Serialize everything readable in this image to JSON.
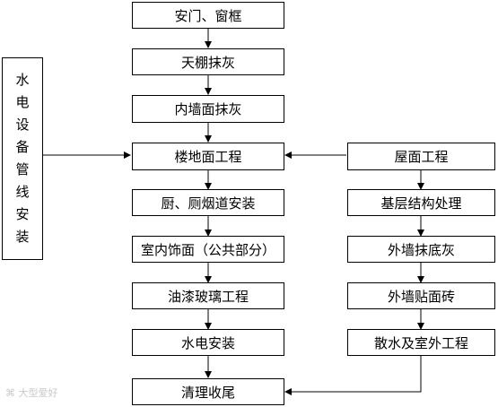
{
  "main_steps": [
    "安门、窗框",
    "天棚抹灰",
    "内墙面抹灰",
    "楼地面工程",
    "厨、厕烟道安装",
    "室内饰面（公共部分）",
    "油漆玻璃工程",
    "水电安装",
    "清理收尾"
  ],
  "left_box": {
    "chars": [
      "水",
      "电",
      "设",
      "备",
      "管",
      "线",
      "安",
      "装"
    ]
  },
  "right_steps": [
    "屋面工程",
    "基层结构处理",
    "外墙抹底灰",
    "外墙贴面砖",
    "散水及室外工程"
  ],
  "watermark": "大型爱好"
}
